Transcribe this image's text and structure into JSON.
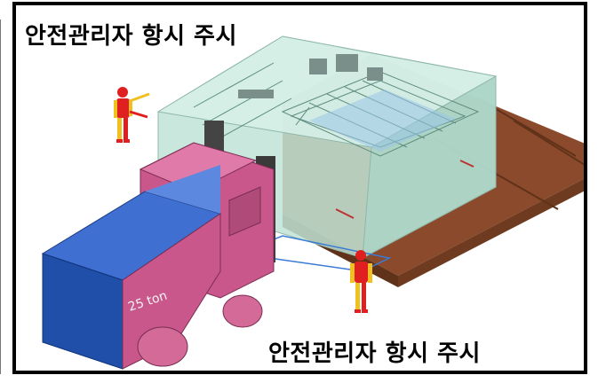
{
  "captions": {
    "top": "안전관리자 항시 주시",
    "bottom": "안전관리자 항시 주시"
  },
  "truck": {
    "label": "25 ton"
  },
  "colors": {
    "truck_cab": "#c9578b",
    "truck_body": "#1f4fa8",
    "equipment_box": "#bfe3d6",
    "pallet_wood": "#8a4a2b",
    "worker": "#e02020"
  }
}
